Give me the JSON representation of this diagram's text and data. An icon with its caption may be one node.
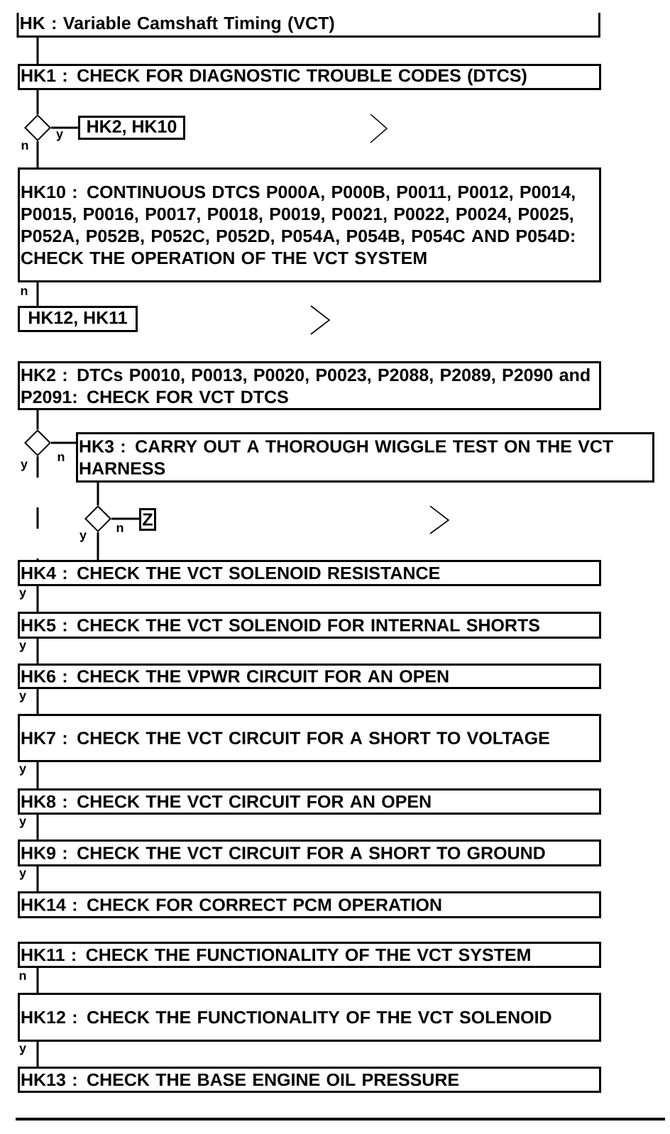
{
  "diagram": {
    "nodes": [
      {
        "text": [
          "HK : Variable Camshaft Timing (VCT)"
        ]
      },
      {
        "text": [
          "HK1 : CHECK FOR DIAGNOSTIC TROUBLE CODES (DTCS)"
        ]
      },
      {
        "text": [],
        "shape": "diamond"
      },
      {
        "text": [
          "HK2, HK10"
        ]
      },
      {
        "text": [
          "HK10 : CONTINUOUS DTCS P000A, P000B, P0011, P0012, P0014, P0015, P0016, P0017, P0018, P0019, P0021, P0022, P0024, P0025, P052A, P052B, P052C, P052D, P054A, P054B, P054C AND P054D: CHECK THE OPERATION OF THE VCT SYSTEM"
        ]
      },
      {
        "text": [
          "HK12, HK11"
        ]
      },
      {
        "text": [
          "HK2 : DTCs P0010, P0013, P0020, P0023, P2088, P2089, P2090 and P2091: CHECK FOR VCT DTCS"
        ]
      },
      {
        "text": [],
        "shape": "diamond"
      },
      {
        "text": [
          "HK3 : CARRY OUT A THOROUGH WIGGLE TEST ON THE VCT HARNESS"
        ]
      },
      {
        "text": [],
        "shape": "diamond"
      },
      {
        "text": [
          "Z"
        ]
      },
      {
        "text": [
          "HK4 : CHECK THE VCT SOLENOID RESISTANCE"
        ]
      },
      {
        "text": [
          "HK5 : CHECK THE VCT SOLENOID FOR INTERNAL SHORTS"
        ]
      },
      {
        "text": [
          "HK6 : CHECK THE VPWR CIRCUIT FOR AN OPEN"
        ]
      },
      {
        "text": [
          "HK7 : CHECK THE VCT CIRCUIT FOR A SHORT TO VOLTAGE"
        ]
      },
      {
        "text": [
          "HK8 : CHECK THE VCT CIRCUIT FOR AN OPEN"
        ]
      },
      {
        "text": [
          "HK9 : CHECK THE VCT CIRCUIT FOR A SHORT TO GROUND"
        ]
      },
      {
        "text": [
          "HK14 : CHECK FOR CORRECT PCM OPERATION"
        ]
      },
      {
        "text": [
          "HK11 : CHECK THE FUNCTIONALITY OF THE VCT SYSTEM"
        ]
      },
      {
        "text": [
          "HK12 : CHECK THE FUNCTIONALITY OF THE VCT SOLENOID"
        ]
      },
      {
        "text": [
          "HK13 : CHECK THE BASE ENGINE OIL PRESSURE"
        ]
      }
    ],
    "edges": [
      {
        "from": 0,
        "to": 1,
        "arrow": "none"
      },
      {
        "from": 1,
        "to": 2,
        "arrow": "none"
      },
      {
        "from": 2,
        "to": 3,
        "arrow": "none",
        "label": "y"
      },
      {
        "from": 2,
        "to": 4,
        "arrow": "none",
        "label": "n"
      },
      {
        "from": 4,
        "to": 5,
        "arrow": "none",
        "label": "n"
      },
      {
        "from": 6,
        "to": 7,
        "arrow": "none"
      },
      {
        "from": 7,
        "to": 8,
        "arrow": "none",
        "label": "n"
      },
      {
        "from": 7,
        "to": 11,
        "arrow": "none",
        "label": "y",
        "style": "dashed"
      },
      {
        "from": 8,
        "to": 9,
        "arrow": "none"
      },
      {
        "from": 9,
        "to": 10,
        "arrow": "none",
        "label": "n"
      },
      {
        "from": 9,
        "to": 11,
        "arrow": "none",
        "label": "y"
      },
      {
        "from": 11,
        "to": 12,
        "arrow": "none",
        "label": "y"
      },
      {
        "from": 12,
        "to": 13,
        "arrow": "none",
        "label": "y"
      },
      {
        "from": 13,
        "to": 14,
        "arrow": "none",
        "label": "y"
      },
      {
        "from": 14,
        "to": 15,
        "arrow": "none",
        "label": "y"
      },
      {
        "from": 15,
        "to": 16,
        "arrow": "none",
        "label": "y"
      },
      {
        "from": 16,
        "to": 17,
        "arrow": "none",
        "label": "y"
      },
      {
        "from": 18,
        "to": 19,
        "arrow": "none",
        "label": "n"
      },
      {
        "from": 19,
        "to": 20,
        "arrow": "none",
        "label": "y"
      }
    ]
  }
}
